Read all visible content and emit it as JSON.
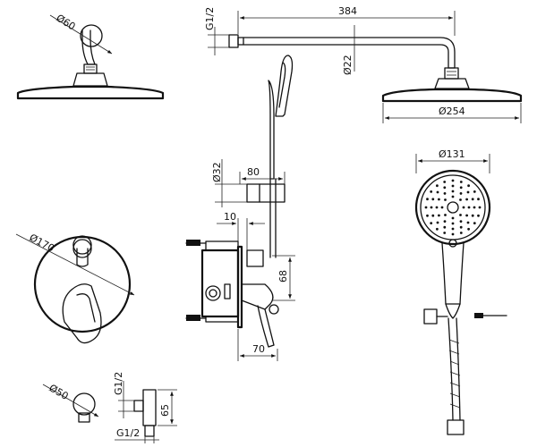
{
  "dimensions": {
    "wall_flange_diameter": "Ø60",
    "thread_arm": "G1/2",
    "arm_length": "384",
    "arm_tube_diameter": "Ø22",
    "head_diameter": "Ø254",
    "holder_diameter": "Ø32",
    "holder_offset": "80",
    "valve_plate_offset": "10",
    "valve_height": "68",
    "valve_depth": "70",
    "plate_diameter": "Ø170",
    "hand_shower_diameter": "Ø131",
    "outlet_diameter": "Ø50",
    "outlet_thread_top": "G1/2",
    "outlet_thread_bottom": "G1/2",
    "outlet_height": "65"
  }
}
